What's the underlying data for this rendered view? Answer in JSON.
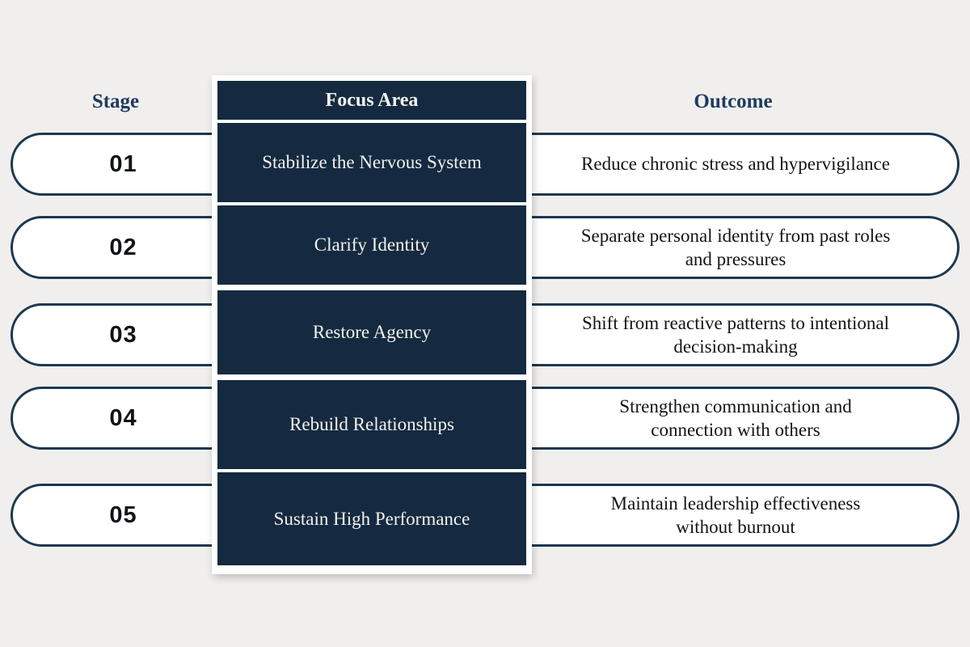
{
  "headers": {
    "stage": "Stage",
    "focus": "Focus Area",
    "outcome": "Outcome"
  },
  "rows": [
    {
      "stage": "01",
      "focus": "Stabilize the Nervous System",
      "outcome": "Reduce chronic stress and hypervigilance"
    },
    {
      "stage": "02",
      "focus": "Clarify Identity",
      "outcome": "Separate personal identity from past roles\nand pressures"
    },
    {
      "stage": "03",
      "focus": "Restore Agency",
      "outcome": "Shift from reactive patterns to intentional\ndecision-making"
    },
    {
      "stage": "04",
      "focus": "Rebuild Relationships",
      "outcome": "Strengthen communication and\nconnection with others"
    },
    {
      "stage": "05",
      "focus": "Sustain High Performance",
      "outcome": "Maintain leadership effectiveness\nwithout burnout"
    }
  ],
  "theme": {
    "background": "#f1efed",
    "panel": "#152a40",
    "panel_frame": "#ffffff",
    "pill_fill": "#ffffff",
    "pill_border": "#1d3850",
    "header_text": "#1e3c5f",
    "stage_text": "#101418",
    "outcome_text": "#141414",
    "focus_text": "#f3f2ee"
  }
}
